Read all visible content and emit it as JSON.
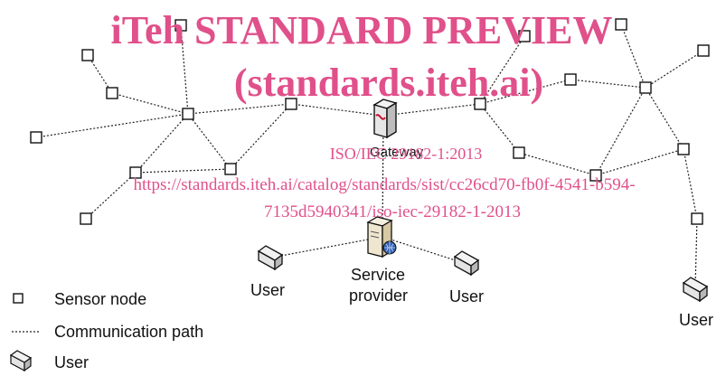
{
  "watermark": {
    "title": "iTeh STANDARD PREVIEW",
    "subtitle": "(standards.iteh.ai)",
    "ref": "ISO/IEC 29182-1:2013",
    "url_line1": "https://standards.iteh.ai/catalog/standards/sist/cc26cd70-fb0f-4541-b594-",
    "url_line2": "7135d5940341/iso-iec-29182-1-2013"
  },
  "labels": {
    "gateway": "Gateway",
    "service_provider_line1": "Service",
    "service_provider_line2": "provider",
    "user_left": "User",
    "user_middle": "User",
    "user_right": "User"
  },
  "legend": {
    "sensor_node": "Sensor node",
    "communication_path": "Communication path",
    "user": "User"
  },
  "icons": {
    "sensor": "square-node-icon",
    "gateway": "gateway-server-icon",
    "service_provider": "server-globe-icon",
    "user": "user-device-icon"
  },
  "colors": {
    "watermark": "#e0508a",
    "line": "#222222",
    "text": "#111111"
  }
}
